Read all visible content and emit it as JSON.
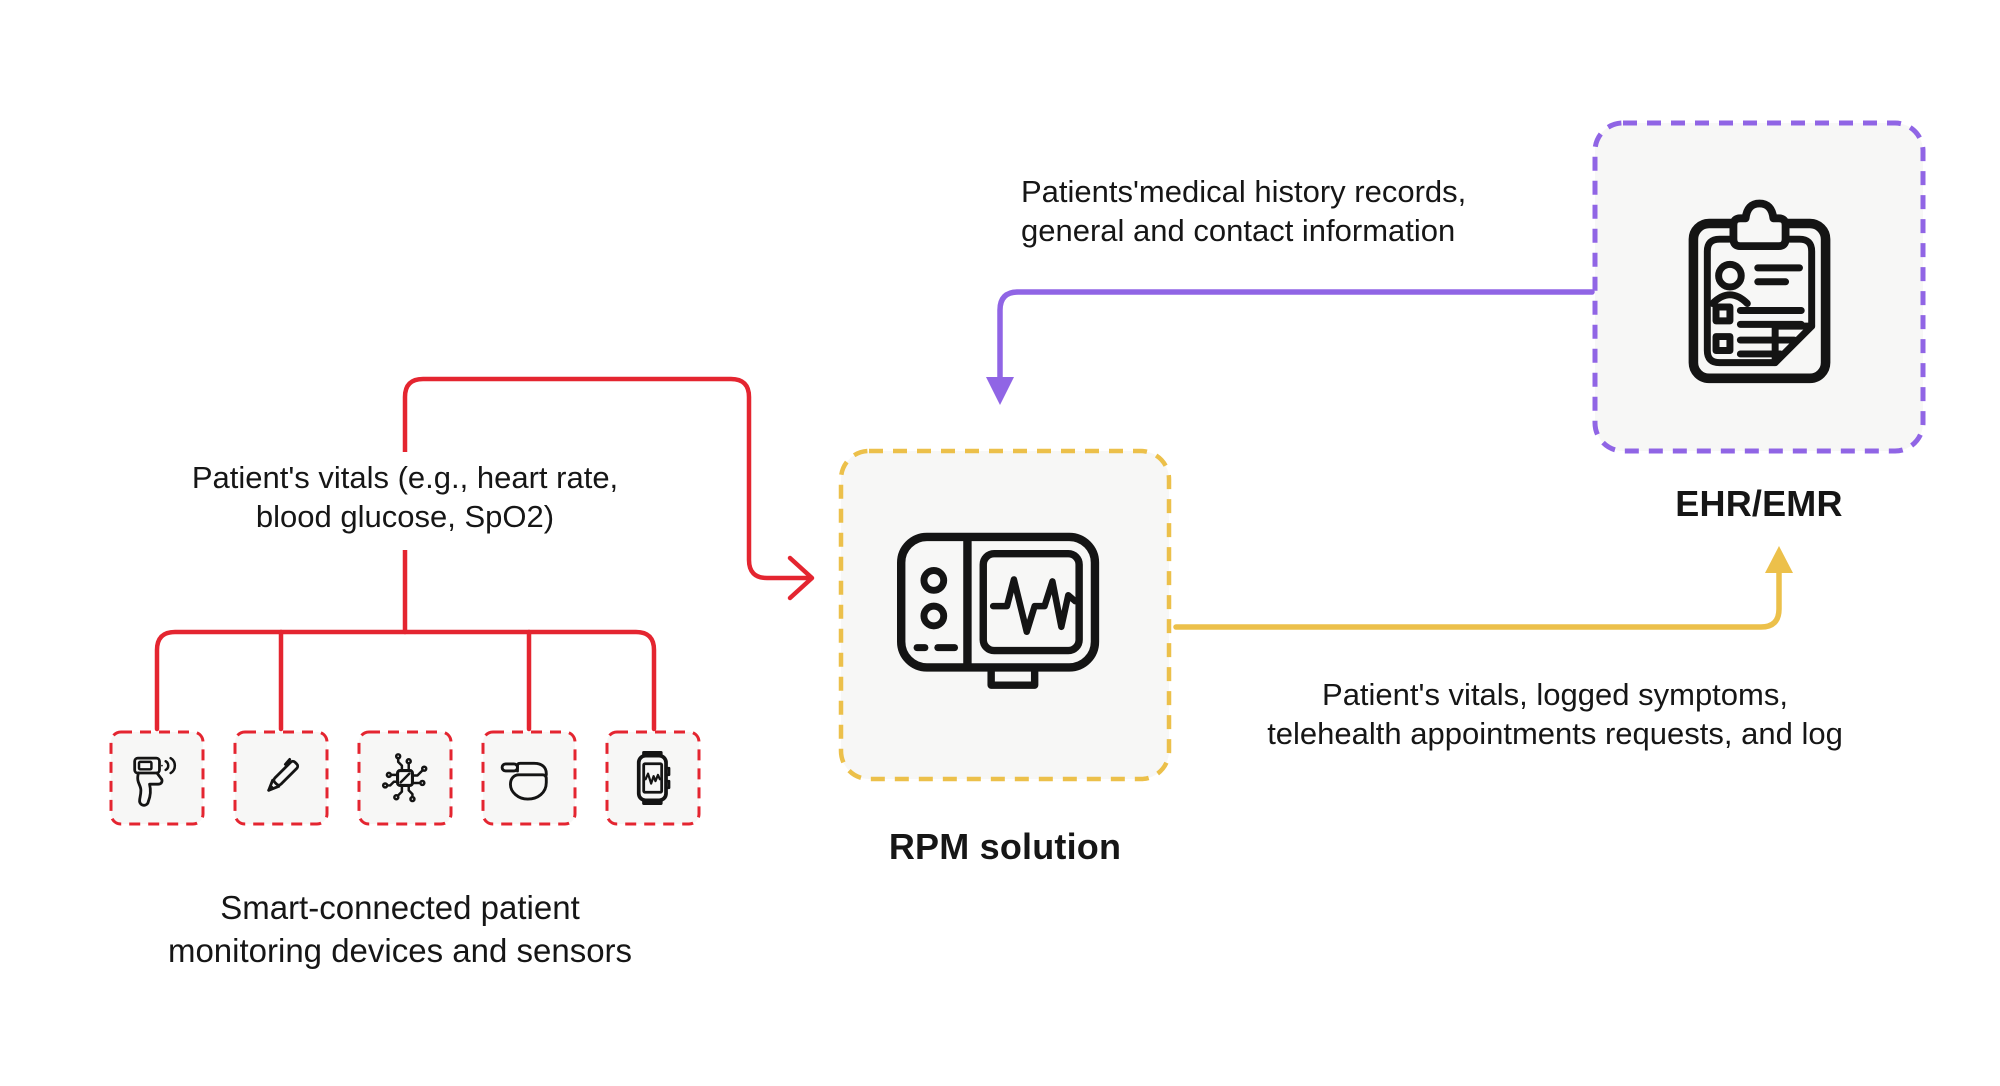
{
  "colors": {
    "device_accent": "#e42530",
    "rpm_accent": "#ecc04a",
    "ehr_accent": "#9065e5",
    "box_fill": "#f7f7f6",
    "icon_stroke": "#141414",
    "text": "#161616"
  },
  "device_group": {
    "caption": {
      "line1": "Smart-connected patient",
      "line2": "monitoring devices and sensors"
    },
    "devices": [
      {
        "icon": "infrared-thermometer-icon"
      },
      {
        "icon": "medical-pen-icon"
      },
      {
        "icon": "biosensor-chip-icon"
      },
      {
        "icon": "pacemaker-icon"
      },
      {
        "icon": "smartwatch-icon"
      }
    ]
  },
  "rpm_node": {
    "label": "RPM solution",
    "icon": "patient-monitor-icon"
  },
  "ehr_node": {
    "label": "EHR/EMR",
    "icon": "medical-record-clipboard-icon"
  },
  "flows": {
    "devices_to_rpm": {
      "line1": "Patient's vitals (e.g., heart rate,",
      "line2": "blood glucose, SpO2)"
    },
    "ehr_to_rpm": {
      "line1": "Patients'medical history records,",
      "line2": "general and contact information"
    },
    "rpm_to_ehr": {
      "line1": "Patient's vitals, logged symptoms,",
      "line2": "telehealth appointments requests, and log"
    }
  }
}
